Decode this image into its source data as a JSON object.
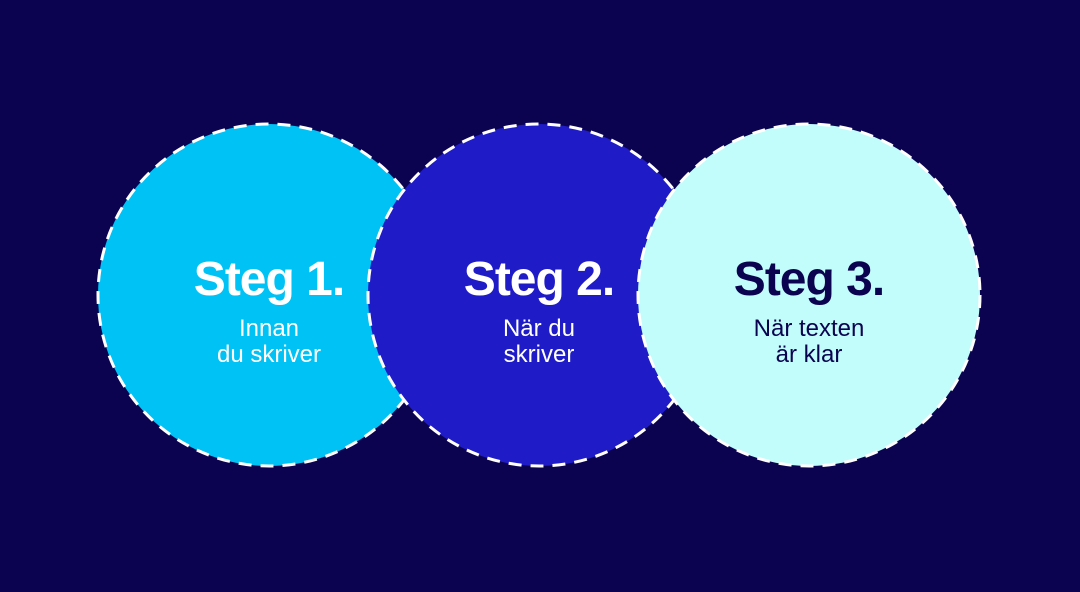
{
  "diagram": {
    "steps": [
      {
        "title": "Steg 1.",
        "subtitle": "Innan\ndu skriver",
        "fill": "#00c2f5",
        "text_color": "#ffffff"
      },
      {
        "title": "Steg 2.",
        "subtitle": "När du\nskriver",
        "fill": "#1f1bc7",
        "text_color": "#ffffff"
      },
      {
        "title": "Steg 3.",
        "subtitle": "När texten\när klar",
        "fill": "#c2fdfb",
        "text_color": "#0b0350"
      }
    ],
    "colors": {
      "background": "#0b0350",
      "dash_stroke": "#ffffff"
    }
  }
}
